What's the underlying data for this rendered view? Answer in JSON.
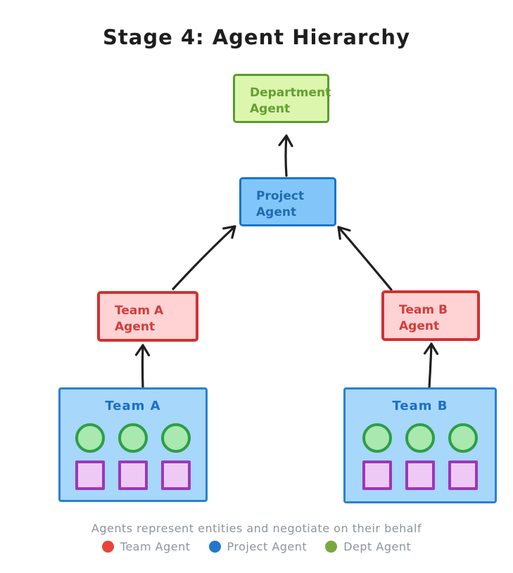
{
  "title": "Stage 4: Agent Hierarchy",
  "nodes": {
    "department_agent": {
      "line1": "Department",
      "line2": "Agent"
    },
    "project_agent": {
      "line1": "Project",
      "line2": "Agent"
    },
    "team_a_agent": {
      "line1": "Team A",
      "line2": "Agent"
    },
    "team_b_agent": {
      "line1": "Team B",
      "line2": "Agent"
    }
  },
  "teams": {
    "team_a": {
      "title": "Team A",
      "circle_count": 3,
      "square_count": 3
    },
    "team_b": {
      "title": "Team B",
      "circle_count": 3,
      "square_count": 3
    }
  },
  "caption": "Agents represent entities and negotiate on their behalf",
  "legend": [
    {
      "label": "Team Agent",
      "color": "#e8453a"
    },
    {
      "label": "Project Agent",
      "color": "#2278cb"
    },
    {
      "label": "Dept Agent",
      "color": "#77aa3d"
    }
  ],
  "colors": {
    "title_text": "#1e1e1e",
    "department_border": "#5a9b2e",
    "department_fill": "#ddf6ae",
    "department_text": "#62a12f",
    "project_border": "#1b74c5",
    "project_fill": "#82c6f9",
    "project_text": "#1e6cb0",
    "team_agent_border": "#d33030",
    "team_agent_fill": "#ffd3d3",
    "team_agent_text": "#d23c3c",
    "team_container_border": "#2a80d2",
    "team_container_fill": "#a7d7fb",
    "team_title_text": "#1b6fc4",
    "member_circle_border": "#2e9e46",
    "member_circle_fill": "#a9e8af",
    "member_square_border": "#9d36ba",
    "member_square_fill": "#efc9f5",
    "arrow": "#1f1f1f",
    "caption_text": "#8b959c"
  }
}
